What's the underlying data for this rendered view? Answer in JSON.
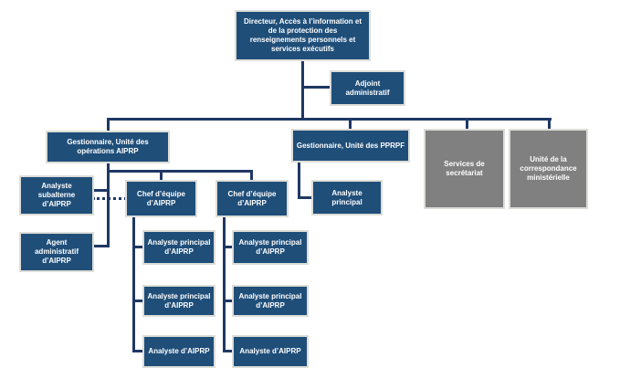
{
  "colors": {
    "box_blue": "#1F4E79",
    "box_gray": "#808080",
    "connector": "#1F3864",
    "box_border": "#DDDDD8",
    "text": "#FFFFFF",
    "background": "#FFFFFF"
  },
  "nodes": {
    "director": {
      "label": "Directeur, Accès à l’information et de la protection des renseignements personnels et services exécutifs"
    },
    "adjoint": {
      "label": "Adjoint administratif"
    },
    "gestionnaire_operations": {
      "label": "Gestionnaire, Unité des opérations AIPRP"
    },
    "gestionnaire_pprpf": {
      "label": "Gestionnaire, Unité des PPRPF"
    },
    "services_secretariat": {
      "label": "Services de secrétariat"
    },
    "unite_correspondance": {
      "label": "Unité de la correspondance ministérielle"
    },
    "analyste_subalterne": {
      "label": "Analyste subalterne d’AIPRP"
    },
    "agent_administratif": {
      "label": "Agent administratif d’AIPRP"
    },
    "analyste_principal_pprpf": {
      "label": "Analyste principal"
    },
    "team1": {
      "chef": "Chef d’équipe d’AIPRP",
      "members": [
        "Analyste principal d’AIPRP",
        "Analyste principal d’AIPRP",
        "Analyste d’AIPRP"
      ]
    },
    "team2": {
      "chef": "Chef d’équipe d’AIPRP",
      "members": [
        "Analyste principal d’AIPRP",
        "Analyste principal d’AIPRP",
        "Analyste d’AIPRP"
      ]
    }
  }
}
